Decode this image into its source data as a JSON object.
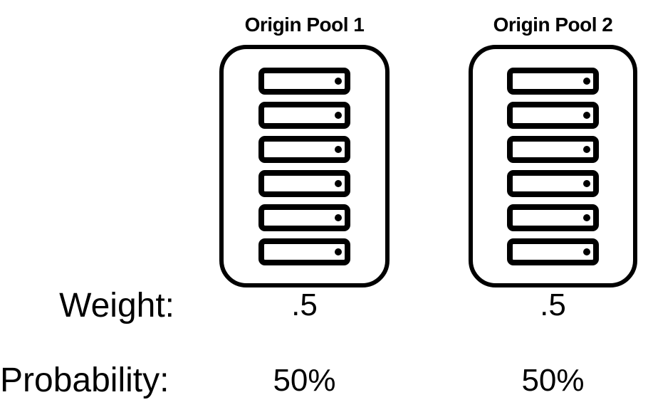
{
  "colors": {
    "stroke": "#000000",
    "background": "#ffffff"
  },
  "labels": {
    "weight": "Weight:",
    "probability": "Probability:"
  },
  "pools": [
    {
      "title": "Origin Pool 1",
      "server_count": 6,
      "weight": ".5",
      "probability": "50%"
    },
    {
      "title": "Origin Pool 2",
      "server_count": 6,
      "weight": ".5",
      "probability": "50%"
    }
  ]
}
